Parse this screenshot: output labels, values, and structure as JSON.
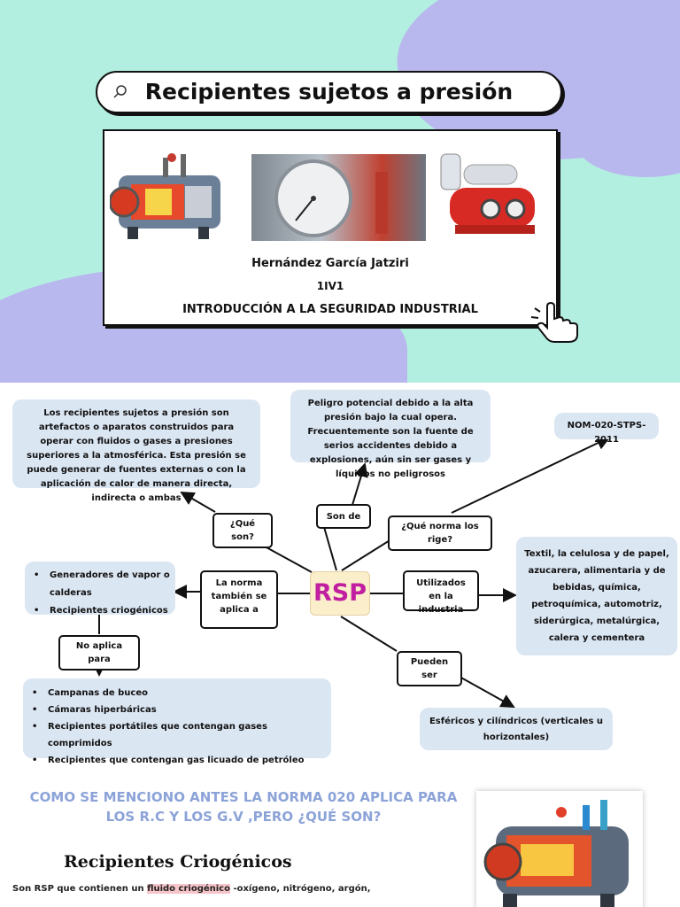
{
  "cover": {
    "title": "Recipientes sujetos a presión",
    "author": "Hernández García Jatziri",
    "group": "1IV1",
    "course": "INTRODUCCIÓN A LA SEGURIDAD INDUSTRIAL"
  },
  "map": {
    "center": "RSP",
    "definition": "Los recipientes sujetos a presión son artefactos o aparatos construidos para operar con fluidos o gases a presiones superiores a la atmosférica. Esta presión se puede generar de fuentes externas o con la aplicación de calor de manera directa, indirecta o ambas",
    "danger": "Peligro potencial debido a la alta presión bajo la cual opera. Frecuentemente son la fuente de serios accidentes debido a explosiones, aún sin ser gases y líquidos no peligrosos",
    "norm": "NOM-020-STPS-2011",
    "industries": "Textil, la celulosa y de papel, azucarera, alimentaria y de bebidas, química, petroquímica, automotriz, siderúrgica, metalúrgica, calera y cementera",
    "shapes": "Esféricos y cilíndricos (verticales u horizontales)",
    "applies_list": [
      "Generadores de vapor o calderas",
      "Recipientes criogénicos"
    ],
    "not_applies_list": [
      "Campanas de buceo",
      "Cámaras hiperbáricas",
      "Recipientes portátiles que contengan gases comprimidos",
      "Recipientes que contengan gas licuado de petróleo"
    ],
    "labels": {
      "que_son": "¿Qué son?",
      "son_de": "Son de",
      "norma": "¿Qué norma los rige?",
      "aplica": "La norma también se aplica a",
      "utilizados": "Utilizados en la industria",
      "pueden": "Pueden ser",
      "no_aplica": "No aplica para"
    }
  },
  "bottom": {
    "heading": "COMO SE MENCIONO ANTES LA NORMA 020 APLICA PARA LOS R.C Y LOS G.V ,PERO ¿QUÉ SON?",
    "crio_title": "Recipientes Criogénicos",
    "crio_text_a": "Son RSP que contienen un ",
    "crio_text_hl": "fluido criogénico",
    "crio_text_b": " -oxígeno, nitrógeno, argón,"
  },
  "colors": {
    "mint": "#b3efe0",
    "lavender": "#b9b8ee",
    "bubble": "#dbe6f3",
    "rsp_text": "#c020a0",
    "heading_blue": "#8ca3d8"
  }
}
